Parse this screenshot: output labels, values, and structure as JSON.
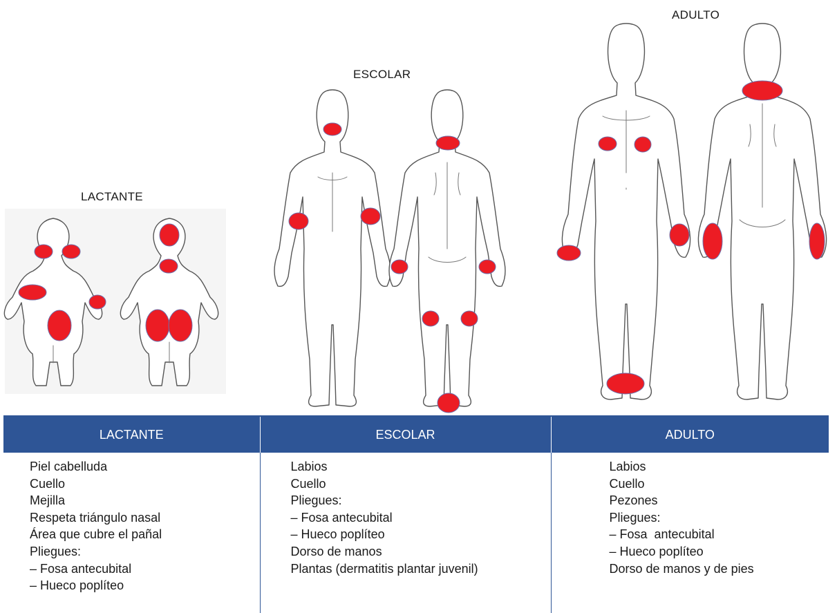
{
  "figures": {
    "infant_label": "LACTANTE",
    "school_label": "ESCOLAR",
    "adult_label": "ADULTO"
  },
  "table": {
    "headers": [
      "LACTANTE",
      "ESCOLAR",
      "ADULTO"
    ],
    "columns": [
      [
        "Piel cabelluda",
        "Cuello",
        "Mejilla",
        "Respeta triángulo nasal",
        "Área que cubre el pañal",
        "Pliegues:",
        "– Fosa antecubital",
        "– Hueco poplíteo"
      ],
      [
        "Labios",
        "Cuello",
        "Pliegues:",
        "– Fosa antecubital",
        "– Hueco poplíteo",
        "Dorso de manos",
        "Plantas (dermatitis plantar juvenil)"
      ],
      [
        "Labios",
        "Cuello",
        "Pezones",
        "Pliegues:",
        "– Fosa  antecubital",
        "– Hueco poplíteo",
        "Dorso de manos y de pies"
      ]
    ]
  },
  "colors": {
    "lesion_fill": "#ec1c24",
    "lesion_outline": "#6e6ea8",
    "header_background": "#2e5596",
    "header_text": "#ffffff"
  }
}
